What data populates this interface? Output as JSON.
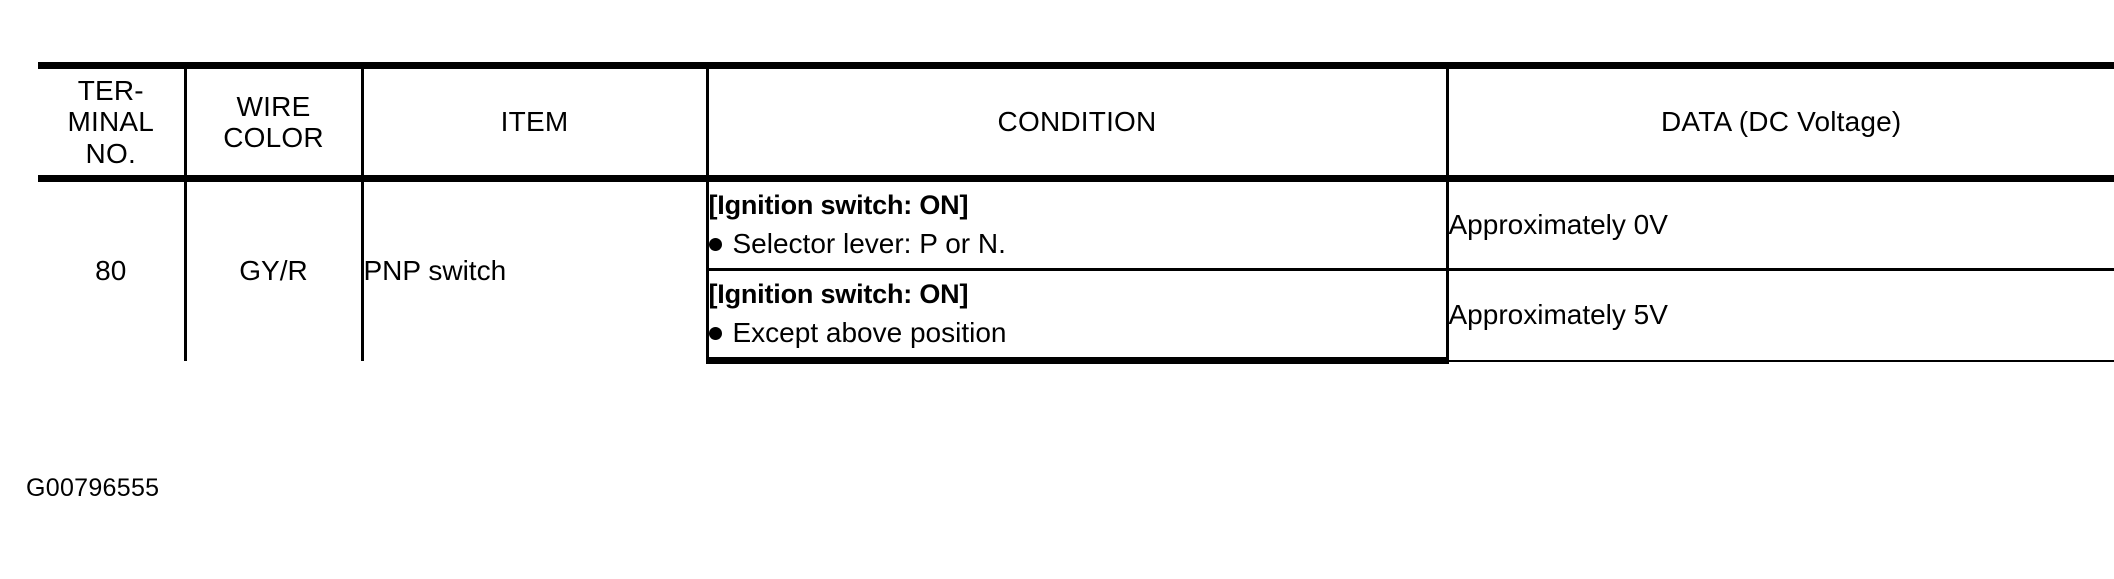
{
  "table": {
    "headers": [
      {
        "lines": [
          "TER-",
          "MINAL",
          "NO."
        ]
      },
      {
        "lines": [
          "WIRE",
          "COLOR"
        ]
      },
      {
        "lines": [
          "ITEM"
        ]
      },
      {
        "lines": [
          "CONDITION"
        ]
      },
      {
        "lines": [
          "DATA (DC Voltage)"
        ]
      }
    ],
    "rows": [
      {
        "terminal_no": "80",
        "wire_color": "GY/R",
        "item": "PNP switch",
        "conditions": [
          {
            "title": "[Ignition switch: ON]",
            "bullet": "Selector lever: P or N.",
            "data": "Approximately 0V"
          },
          {
            "title": "[Ignition switch: ON]",
            "bullet": "Except above position",
            "data": "Approximately 5V"
          }
        ]
      }
    ]
  },
  "figure_id": "G00796555"
}
